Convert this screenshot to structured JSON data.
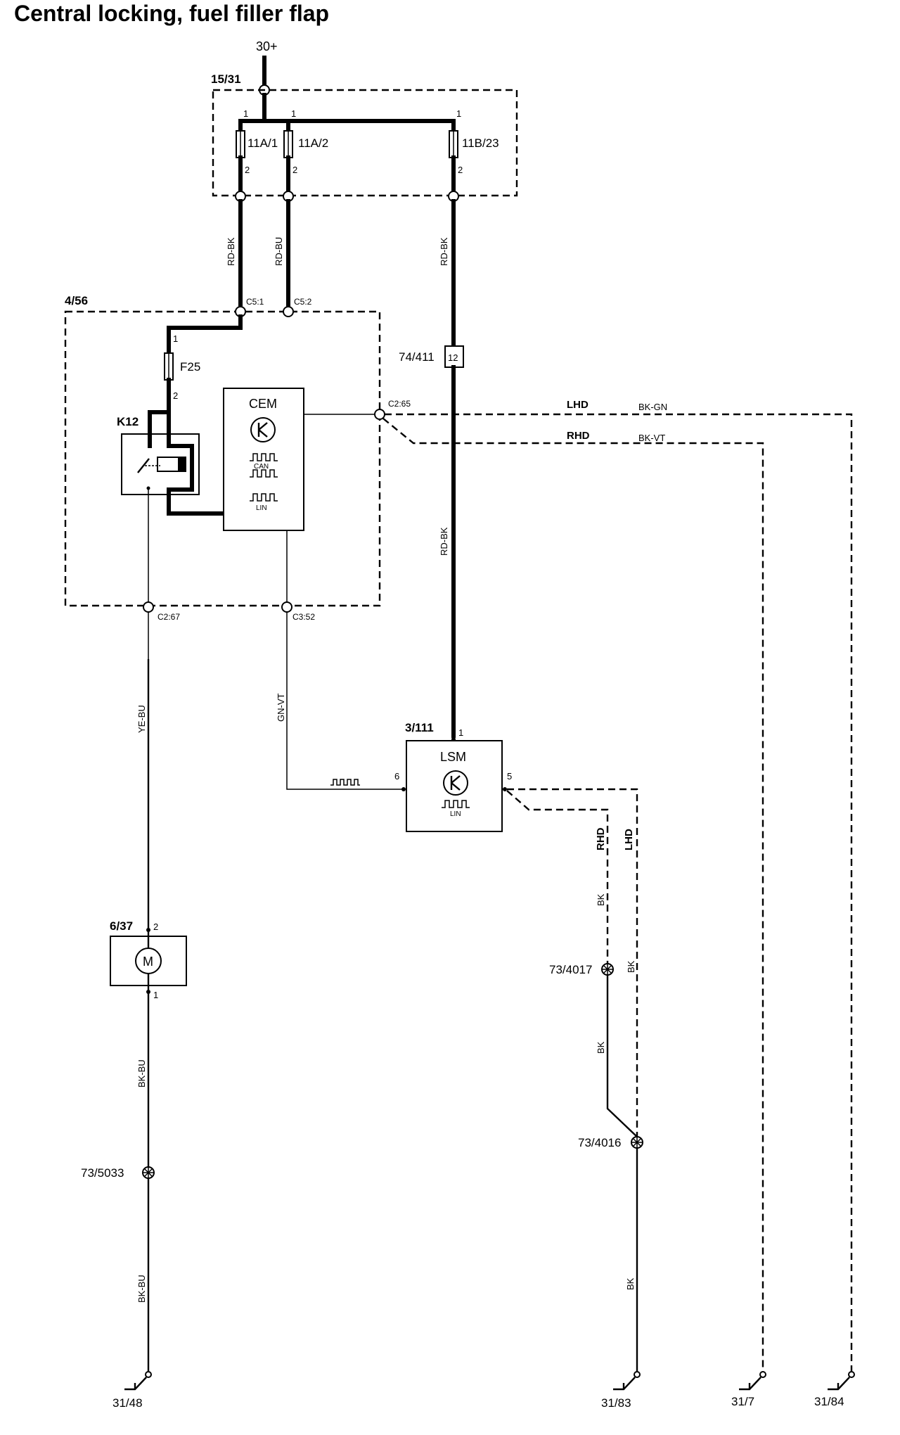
{
  "title": "Central locking, fuel filler flap",
  "supply": {
    "terminal": "30+"
  },
  "fusebox": {
    "id": "15/31",
    "fuses": [
      {
        "name": "11A/1",
        "pin_top": "1",
        "pin_bottom": "2"
      },
      {
        "name": "11A/2",
        "pin_top": "1",
        "pin_bottom": "2"
      },
      {
        "name": "11B/23",
        "pin_top": "1",
        "pin_bottom": "2"
      }
    ]
  },
  "wires": {
    "rd_bk_1": "RD-BK",
    "rd_bu": "RD-BU",
    "rd_bk_2": "RD-BK",
    "rd_bk_3": "RD-BK",
    "ye_bu": "YE-BU",
    "gn_vt": "GN-VT",
    "bk_bu_1": "BK-BU",
    "bk_bu_2": "BK-BU",
    "bk_gn": "BK-GN",
    "bk_vt": "BK-VT",
    "bk_rhd": "BK",
    "bk_lhd": "BK",
    "bk_mid": "BK",
    "bk_low": "BK"
  },
  "cem_unit": {
    "id": "4/56",
    "connectors": {
      "c5_1": "C5:1",
      "c5_2": "C5:2",
      "c2_65": "C2:65",
      "c2_67": "C2:67",
      "c3_52": "C3:52"
    },
    "fuse": {
      "name": "F25",
      "pin_top": "1",
      "pin_bottom": "2"
    },
    "relay": "K12",
    "module": {
      "name": "CEM",
      "bus_can": "CAN",
      "bus_lin": "LIN"
    }
  },
  "connector_74_411": {
    "id": "74/411",
    "pin": "12"
  },
  "variants": {
    "lhd": "LHD",
    "rhd": "RHD"
  },
  "lsm": {
    "id": "3/111",
    "name": "LSM",
    "bus_lin": "LIN",
    "pin_power": "1",
    "pin_lin": "6",
    "pin_ground": "5"
  },
  "motor": {
    "id": "6/37",
    "symbol": "M",
    "pin_top": "2",
    "pin_bottom": "1"
  },
  "splices": {
    "s5033": "73/5033",
    "s4017": "73/4017",
    "s4016": "73/4016"
  },
  "grounds": {
    "g48": "31/48",
    "g83": "31/83",
    "g7": "31/7",
    "g84": "31/84"
  }
}
